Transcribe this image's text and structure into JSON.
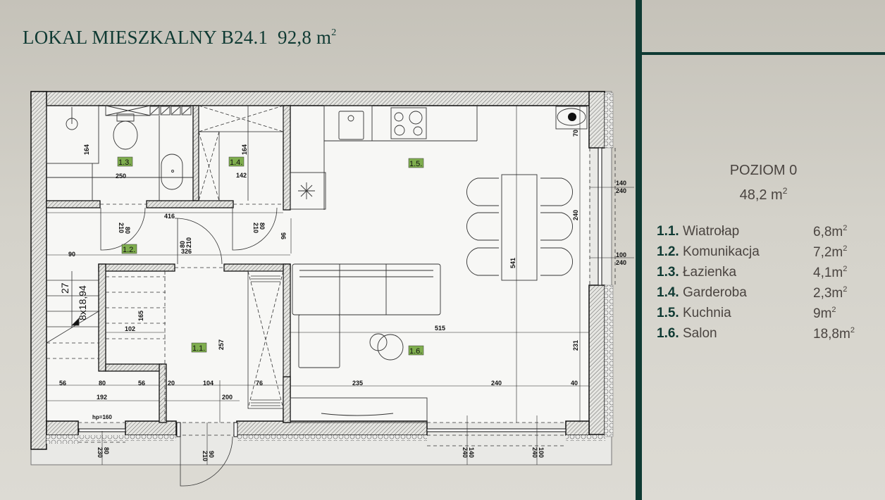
{
  "header": {
    "title": "LOKAL MIESZKALNY B24.1",
    "total_area": "92,8 m",
    "area_sup": "2"
  },
  "level": {
    "name": "POZIOM 0",
    "area": "48,2 m",
    "area_sup": "2"
  },
  "rooms": [
    {
      "num": "1.1.",
      "name": "Wiatrołap",
      "area": "6,8m",
      "sup": "2"
    },
    {
      "num": "1.2.",
      "name": "Komunikacja",
      "area": "7,2m",
      "sup": "2"
    },
    {
      "num": "1.3.",
      "name": "Łazienka",
      "area": "4,1m",
      "sup": "2"
    },
    {
      "num": "1.4.",
      "name": "Garderoba",
      "area": "2,3m",
      "sup": "2"
    },
    {
      "num": "1.5.",
      "name": "Kuchnia",
      "area": "9m",
      "sup": "2"
    },
    {
      "num": "1.6.",
      "name": "Salon",
      "area": "18,8m",
      "sup": "2"
    }
  ],
  "plan": {
    "room_tags": [
      "1.1.",
      "1.2.",
      "1.3.",
      "1.4.",
      "1.5.",
      "1.6."
    ],
    "tag_color": "#7fae4e",
    "dims": {
      "d164a": "164",
      "d250": "250",
      "d164b": "164",
      "d142": "142",
      "d416": "416",
      "d80a": "80",
      "d210a": "210",
      "d80b": "80",
      "d210b": "210",
      "d80c": "80",
      "d210c": "210",
      "d96": "96",
      "d90": "90",
      "d326": "326",
      "d70": "70",
      "d240v": "240",
      "d541": "541",
      "d515": "515",
      "d231": "231",
      "d235": "235",
      "d240h": "240",
      "d40": "40",
      "d27": "27",
      "stairs": "8x18,94",
      "d165": "165",
      "d102": "102",
      "d257": "257",
      "d56a": "56",
      "d80d": "80",
      "d56b": "56",
      "d20": "20",
      "d104": "104",
      "d76": "76",
      "d192": "192",
      "d200": "200",
      "hp": "hp=160",
      "w1a": "80",
      "w1b": "230",
      "dr1a": "90",
      "dr1b": "210",
      "w2a": "140",
      "w2b": "240",
      "w3a": "100",
      "w3b": "240",
      "w4a": "140",
      "w4b": "240",
      "w5a": "100",
      "w5b": "240"
    }
  },
  "colors": {
    "accent": "#0f3a33",
    "text": "#4a4440",
    "floor": "#f7f7f5"
  }
}
